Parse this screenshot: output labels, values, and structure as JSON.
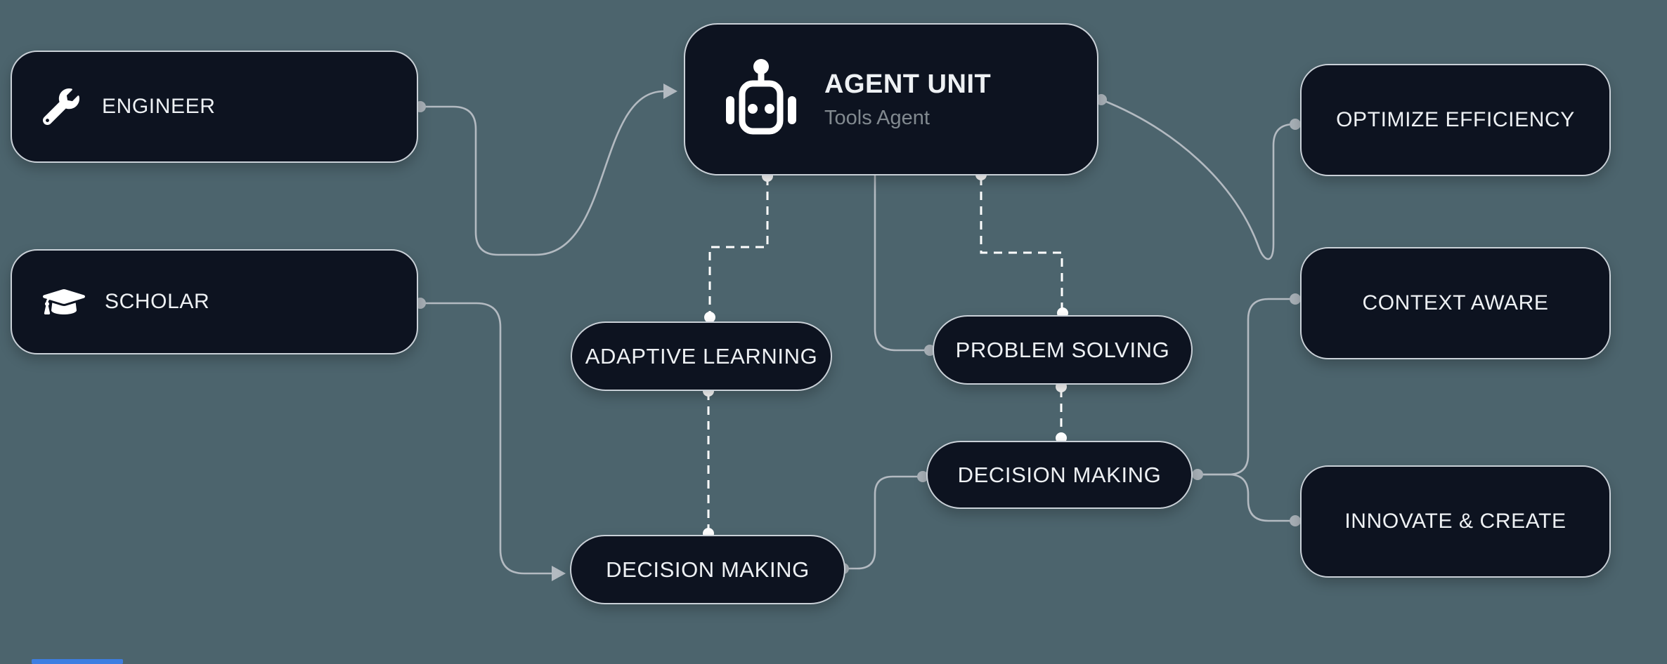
{
  "diagram": {
    "type": "workflow-flowchart",
    "colors": {
      "background": "#4c646d",
      "node_fill": "#0d1320",
      "node_border": "#c9d0d7",
      "solid_edge": "#b3bac1",
      "dashed_edge": "#ffffff",
      "handle_dot_white": "#ffffff",
      "handle_dot_gray": "#a9b1b8",
      "label_text": "#eef1f4",
      "subtitle_text": "#81898f",
      "accent_bar": "#3b82f6"
    },
    "nodes": {
      "engineer": {
        "label": "ENGINEER",
        "icon": "wrench-icon"
      },
      "scholar": {
        "label": "SCHOLAR",
        "icon": "graduation-cap-icon"
      },
      "agent_unit": {
        "title": "AGENT UNIT",
        "subtitle": "Tools Agent",
        "icon": "robot-icon"
      },
      "adaptive_learning": {
        "label": "ADAPTIVE LEARNING"
      },
      "problem_solving": {
        "label": "PROBLEM SOLVING"
      },
      "decision_making_mid": {
        "label": "DECISION MAKING"
      },
      "decision_making_lower": {
        "label": "DECISION MAKING"
      },
      "optimize_efficiency": {
        "label": "OPTIMIZE EFFICIENCY"
      },
      "context_aware": {
        "label": "CONTEXT AWARE"
      },
      "innovate_create": {
        "label": "INNOVATE & CREATE"
      }
    },
    "edges": [
      {
        "from": "engineer",
        "to": "agent_unit",
        "style": "solid",
        "arrow": true
      },
      {
        "from": "scholar",
        "to": "decision_making_lower",
        "style": "solid",
        "arrow": true
      },
      {
        "from": "agent_unit",
        "to": "problem_solving",
        "style": "solid",
        "arrow": false
      },
      {
        "from": "agent_unit",
        "to": "optimize_efficiency",
        "style": "solid",
        "arrow": false
      },
      {
        "from": "agent_unit",
        "to": "adaptive_learning",
        "style": "dashed",
        "arrow": false
      },
      {
        "from": "agent_unit",
        "to": "problem_solving",
        "style": "dashed",
        "arrow": false
      },
      {
        "from": "adaptive_learning",
        "to": "decision_making_lower",
        "style": "dashed",
        "arrow": false
      },
      {
        "from": "problem_solving",
        "to": "decision_making_mid",
        "style": "dashed",
        "arrow": false
      },
      {
        "from": "decision_making_lower",
        "to": "decision_making_mid",
        "style": "solid",
        "arrow": false
      },
      {
        "from": "decision_making_mid",
        "to": "context_aware",
        "style": "solid",
        "arrow": false
      },
      {
        "from": "decision_making_mid",
        "to": "innovate_create",
        "style": "solid",
        "arrow": false
      }
    ]
  }
}
